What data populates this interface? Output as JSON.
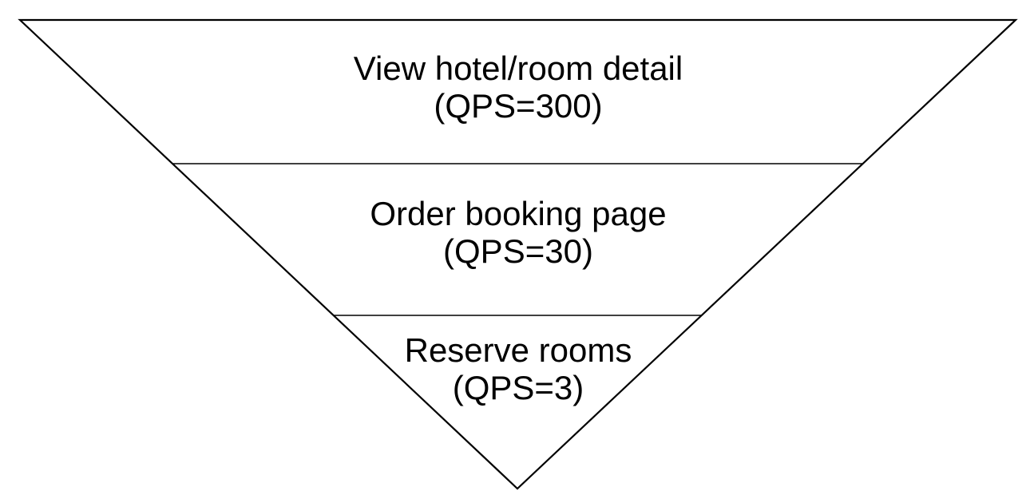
{
  "diagram": {
    "type": "inverted-funnel",
    "tiers": [
      {
        "label": "View hotel/room detail",
        "qps_label": "(QPS=300)",
        "qps": 300
      },
      {
        "label": "Order booking page",
        "qps_label": "(QPS=30)",
        "qps": 30
      },
      {
        "label": "Reserve rooms",
        "qps_label": "(QPS=3)",
        "qps": 3
      }
    ],
    "colors": {
      "stroke": "#000000",
      "text": "#000000",
      "background": "#ffffff"
    }
  }
}
